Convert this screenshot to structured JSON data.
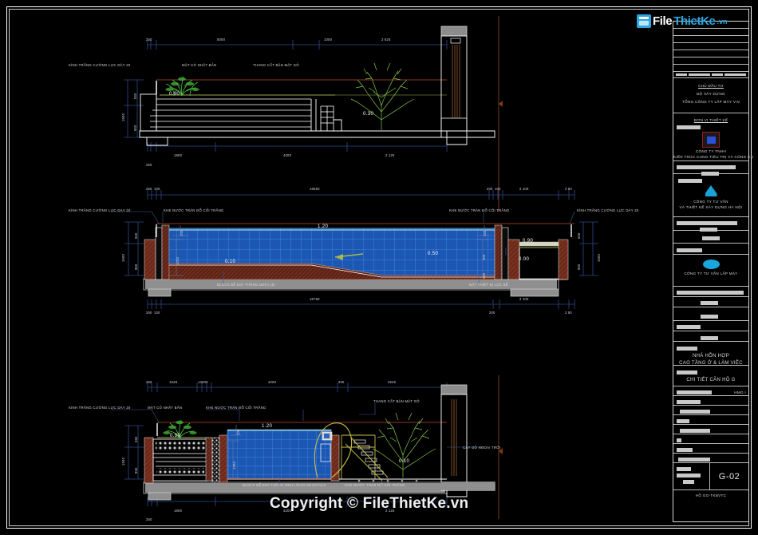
{
  "document": {
    "type": "CAD drawing sheet",
    "sheet_number": "G-02",
    "sheet_code": "HỒ GO-TKBVTC",
    "watermark": "Copyright © FileThietKe.vn"
  },
  "logo": {
    "part1": "File",
    "part2": "ThietKe",
    "part3": ".vn",
    "icon": "folder-icon",
    "accent_color": "#2ba6e0"
  },
  "titleblock": {
    "owner_heading": "CHỦ ĐẦU TƯ",
    "owner_line1": "BỘ XÂY DỰNG",
    "owner_line2": "TỔNG CÔNG TY LẮP MÁY V.N",
    "designer_heading": "ĐƠN VỊ THIẾT KẾ",
    "company1_line1": "CÔNG TY TNHH",
    "company1_line2": "KIẾN TRÚC CUNG TIÊU TRỊ VÀ CÔNG CỤ",
    "company2_line1": "CÔNG TY TƯ VẤN",
    "company2_line2": "VÀ THIẾT KẾ XÂY DỰNG HÀ NỘI",
    "company3_line1": "CÔNG TY TƯ VẤN LẮP MÁY",
    "project_line1": "NHÀ HỖN HỢP",
    "project_line2": "CAO TẦNG Ở & LÀM VIỆC",
    "detail_title": "CHI TIẾT CĂN HỘ G",
    "code_small": "HMG I",
    "sheet_number": "G-02",
    "sheet_code": "HỒ GO-TKBVTC"
  },
  "sections": [
    {
      "id": "section-top",
      "labels": [
        "KÍNH TRẮNG CƯỜNG LỰC DÀY 20",
        "MẶT CỎ NHÂT BẢN",
        "THANG CẤT BẬN MẶT GỖ"
      ],
      "dims_top": [
        "250",
        "5000",
        "1000",
        "2 625"
      ],
      "dims_bottom": [
        "1800",
        "4200",
        "2 125"
      ],
      "dims_bottom2": [
        "250"
      ],
      "dims_left": [
        "1500",
        "550",
        "950"
      ],
      "elevations": [
        "0.90",
        "0.30"
      ]
    },
    {
      "id": "section-middle",
      "labels": [
        "KÍNH TRẮNG CƯỜNG LỰC DÀY 20",
        "KHE NƯỚC TRÀN ĐỔ CỐI TRẮNG",
        "KHE NƯỚC TRÀN ĐỔ CỐI TRẮNG",
        "KÍNH TRẮNG CƯỜNG LỰC DÀY 20",
        "BLOCK BỂ BƠI THÔNG MINH JD",
        "ĐẶT THIẾT BỊ LỌC BỂ"
      ],
      "dims_top": [
        "250",
        "100",
        "16550",
        "200",
        "100",
        "2 100",
        "2 50"
      ],
      "dims_bottom": [
        "250",
        "100",
        "16750",
        "200",
        "2 100",
        "2 50"
      ],
      "dims_left": [
        "1500",
        "550",
        "950"
      ],
      "dims_right": [
        "1500",
        "550",
        "950"
      ],
      "dims_inner": [
        "100",
        "1200",
        "100",
        "300",
        "500"
      ],
      "elevations": [
        "1.20",
        "0.10",
        "0.50",
        "0.90",
        "0.00"
      ]
    },
    {
      "id": "section-bottom",
      "labels": [
        "KÍNH TRẮNG CƯỜNG LỰC DÀY 20",
        "MẶT CỎ NHẬT BẢN",
        "KHE NƯỚC TRÀN ĐỔ CỐI TRẮNG",
        "THANG CẤT BẬN MẶT GỖ",
        "CÂY GỖ NGOÀI TRỜI",
        "BLOCK BỂ BƠI THÔNG MINH JEAN DEJOYAUX",
        "KHE NƯỚC TRÀN ĐỔ CỐI TRẮNG"
      ],
      "dims_top": [
        "250",
        "1548",
        "14000",
        "4200",
        "200",
        "2625"
      ],
      "dims_bottom": [
        "1800",
        "4200",
        "2 125",
        "250"
      ],
      "dims_left": [
        "1500",
        "550",
        "950"
      ],
      "elevations": [
        "0.90",
        "1.20",
        "0.10"
      ]
    }
  ],
  "colors": {
    "background": "#000000",
    "linework": "#ffffff",
    "dimension": "#2b3f7a",
    "water_tile": "#1f63c8",
    "brick": "#7a2f1e",
    "concrete": "#9b9b9b",
    "vegetation": "#4fbf3f",
    "tree": "#8fd44a",
    "wood": "#8a5a2b",
    "accent_arrow": "#9aa84a"
  }
}
